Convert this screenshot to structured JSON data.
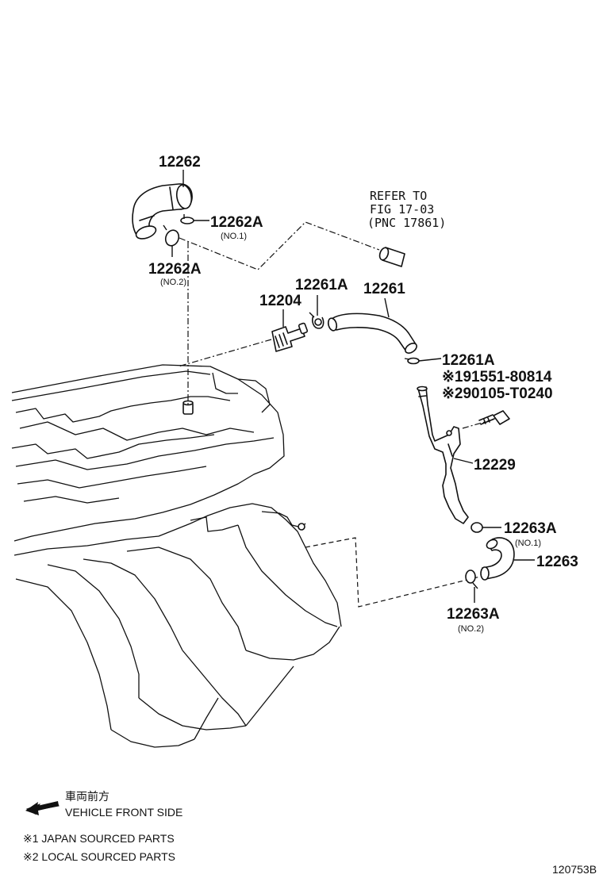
{
  "parts": {
    "p12262": "12262",
    "p12262A_1": "12262A",
    "p12262A_1_sub": "(NO.1)",
    "p12262A_2": "12262A",
    "p12262A_2_sub": "(NO.2)",
    "p12261A_1": "12261A",
    "p12204": "12204",
    "p12261": "12261",
    "p12261A_2": "12261A",
    "p91551": "※191551-80814",
    "p90105": "※290105-T0240",
    "p12229": "12229",
    "p12263A_1": "12263A",
    "p12263A_1_sub": "(NO.1)",
    "p12263": "12263",
    "p12263A_2": "12263A",
    "p12263A_2_sub": "(NO.2)"
  },
  "reference": {
    "line1": "REFER TO",
    "line2": "FIG 17-03",
    "line3": "(PNC 17861)"
  },
  "legend": {
    "jp_label": "車両前方",
    "front_label": "VEHICLE FRONT SIDE",
    "note1": "※1 JAPAN SOURCED PARTS",
    "note2": "※2 LOCAL SOURCED PARTS",
    "arrow_icon": "arrow-left-icon"
  },
  "catalog_id": "120753B"
}
